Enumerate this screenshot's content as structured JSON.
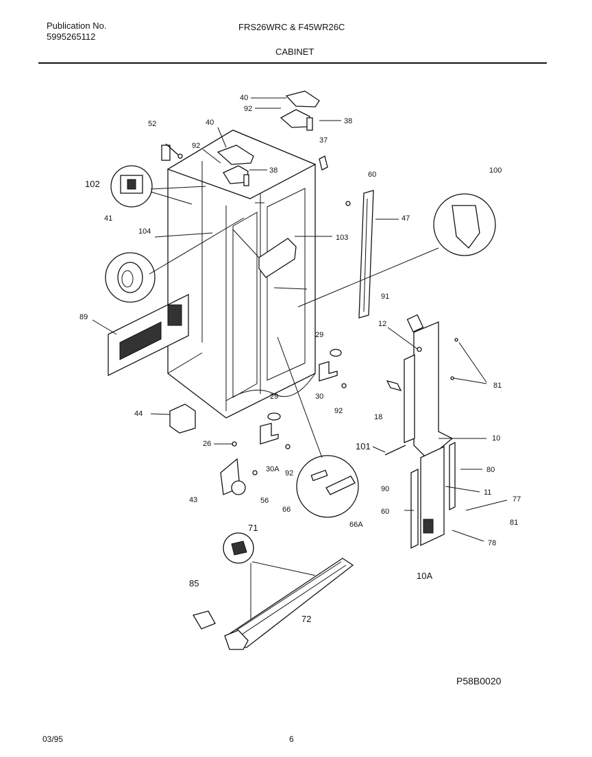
{
  "header": {
    "publication_label": "Publication No.",
    "publication_number": "5995265112",
    "model": "FRS26WRC & F45WR26C",
    "section": "CABINET"
  },
  "footer": {
    "diagram_ref": "P58B0020",
    "date": "03/95",
    "page_number": "6"
  },
  "callouts": [
    "40",
    "92",
    "38",
    "40",
    "52",
    "92",
    "38",
    "37",
    "60",
    "100",
    "102",
    "47",
    "41",
    "104",
    "103",
    "89",
    "91",
    "12",
    "29",
    "81",
    "30",
    "92",
    "29",
    "18",
    "44",
    "26",
    "10",
    "101",
    "30A",
    "92",
    "80",
    "90",
    "11",
    "77",
    "43",
    "56",
    "66",
    "66A",
    "60",
    "81",
    "78",
    "71",
    "10A",
    "85",
    "72"
  ]
}
